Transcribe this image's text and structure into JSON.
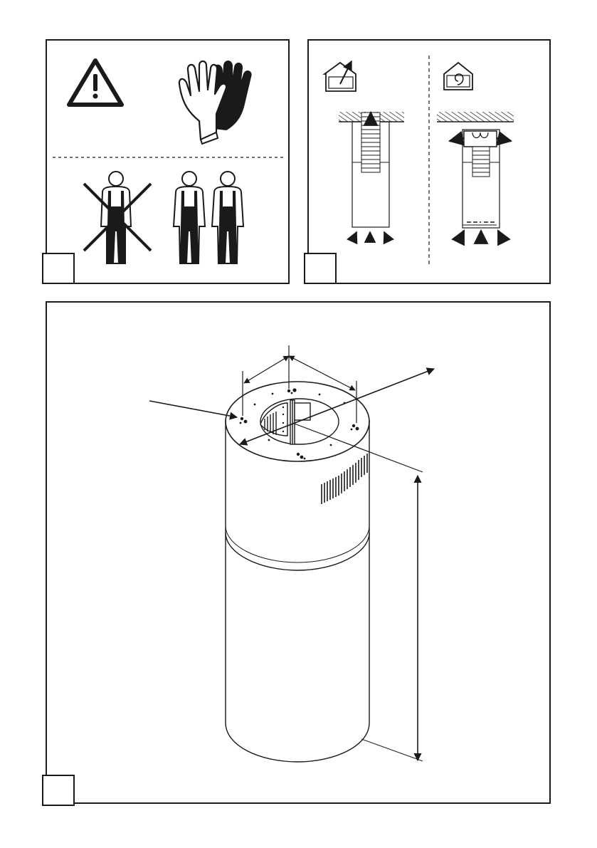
{
  "page": {
    "background": "#ffffff",
    "ink": "#1a1a1a"
  },
  "panels": [
    {
      "id": "safety",
      "badge_label": "",
      "icons": [
        "warning-triangle-icon",
        "protective-gloves-icon",
        "worker-single-prohibited-icon",
        "two-workers-icon"
      ]
    },
    {
      "id": "modes",
      "badge_label": "",
      "icons": [
        "ducted-mode-house-icon",
        "recirculation-mode-house-icon"
      ]
    },
    {
      "id": "dimensions",
      "badge_label": "",
      "icons": [
        "cylindrical-hood-drawing"
      ]
    }
  ]
}
